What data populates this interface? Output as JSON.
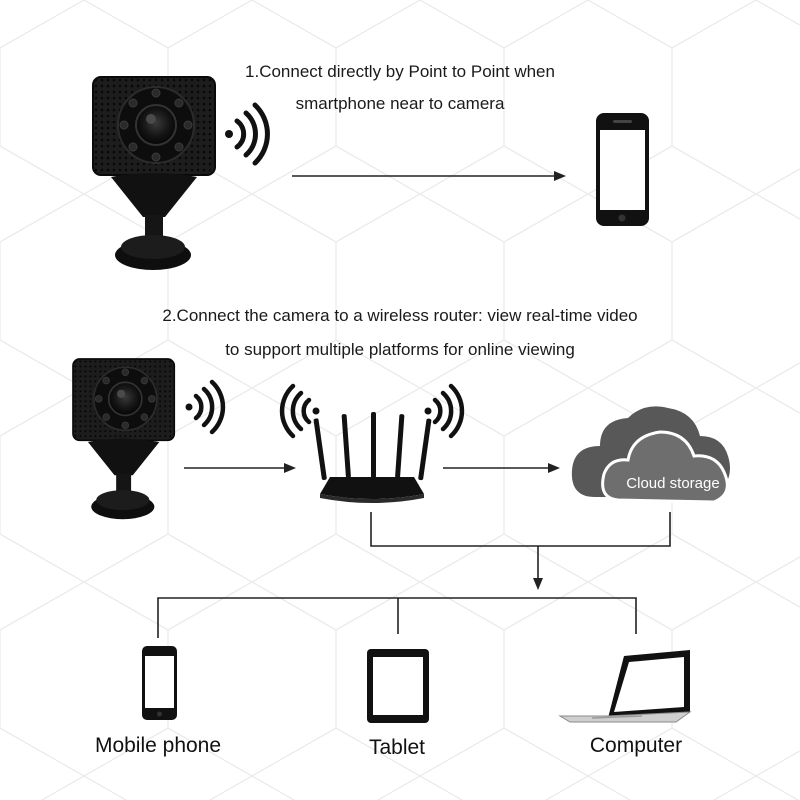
{
  "step1": {
    "line1": "1.Connect directly by Point to Point when",
    "line2": "smartphone near to camera"
  },
  "step2": {
    "line1": "2.Connect the camera to a wireless router: view real-time video",
    "line2": "to support multiple platforms for online viewing"
  },
  "cloud": {
    "label": "Cloud storage"
  },
  "devices": {
    "mobile": "Mobile phone",
    "tablet": "Tablet",
    "computer": "Computer"
  },
  "colors": {
    "device": "#111111",
    "line": "#222222",
    "cloud": "#585858",
    "cloud_inner": "#6e6e6e",
    "hex_pattern": "#e9e9e9",
    "screen": "#ffffff"
  },
  "icons": [
    "camera-icon",
    "wifi-signal-icon",
    "smartphone-icon",
    "router-icon",
    "cloud-icon",
    "mobile-phone-icon",
    "tablet-icon",
    "laptop-icon"
  ]
}
